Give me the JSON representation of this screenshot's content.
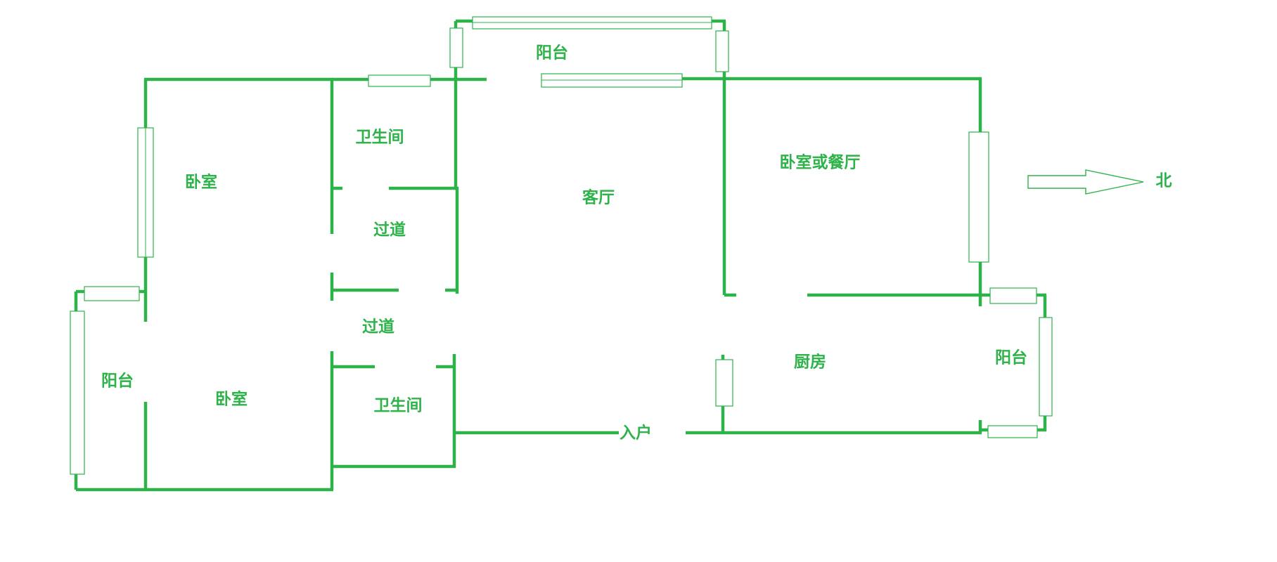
{
  "rooms": {
    "balcony_top": "阳台",
    "bathroom_upper": "卫生间",
    "bedroom_upper": "卧室",
    "corridor_upper": "过道",
    "living_room": "客厅",
    "bedroom_or_dining": "卧室或餐厅",
    "corridor_lower": "过道",
    "balcony_left": "阳台",
    "bedroom_lower": "卧室",
    "bathroom_lower": "卫生间",
    "entrance": "入户",
    "kitchen": "厨房",
    "balcony_right": "阳台"
  },
  "compass": {
    "north_label": "北"
  },
  "colors": {
    "wall": "#2db34a",
    "background": "#ffffff"
  }
}
